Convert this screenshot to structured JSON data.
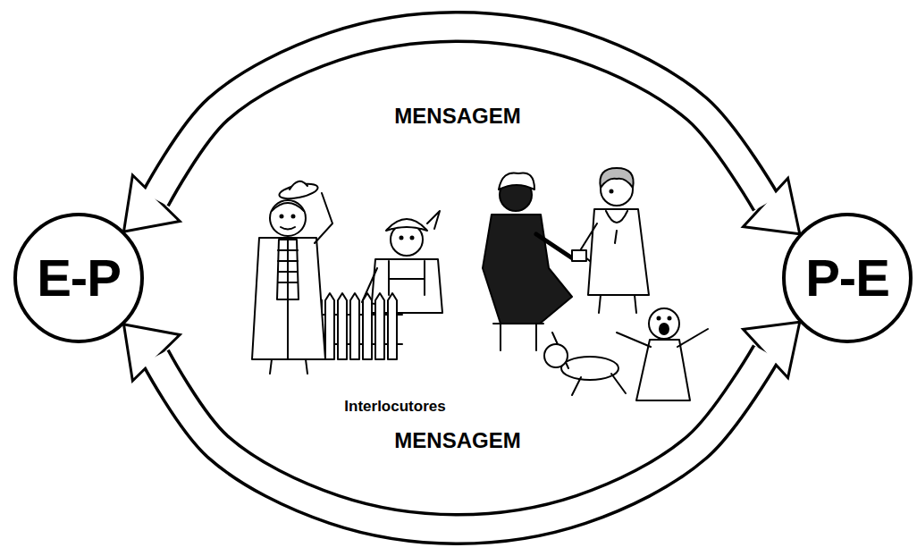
{
  "diagram": {
    "nodes": [
      {
        "text": [
          "E-P"
        ]
      },
      {
        "text": [
          "P-E"
        ]
      }
    ],
    "edges": [
      {
        "from": 0,
        "to": 1,
        "arrow": "both",
        "label": "MENSAGEM"
      },
      {
        "from": 1,
        "to": 0,
        "arrow": "both",
        "label": "MENSAGEM"
      }
    ],
    "labels": [
      "Interlocutores"
    ]
  }
}
